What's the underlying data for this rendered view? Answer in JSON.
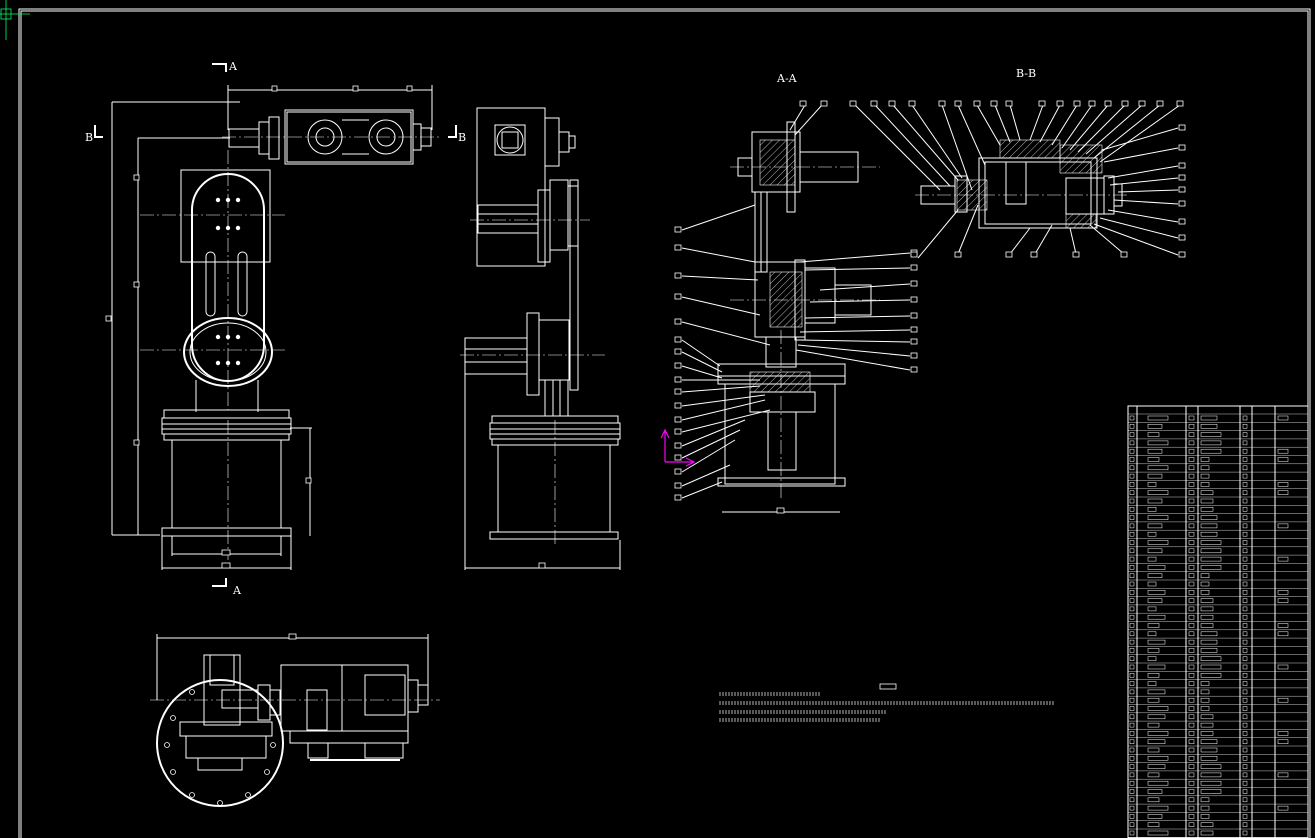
{
  "drawing": {
    "section_aa_title": "A-A",
    "section_bb_title": "B-B",
    "cut_a_top": "A",
    "cut_a_bottom": "A",
    "cut_b_left": "B",
    "cut_b_right": "B"
  },
  "colors": {
    "background": "#000000",
    "line": "#ffffff",
    "ucs_icon": "#ff00ff",
    "cursor": "#00ff66"
  },
  "icons": {
    "ucs": "ucs-axis-icon",
    "crosshair": "crosshair-cursor-icon"
  }
}
